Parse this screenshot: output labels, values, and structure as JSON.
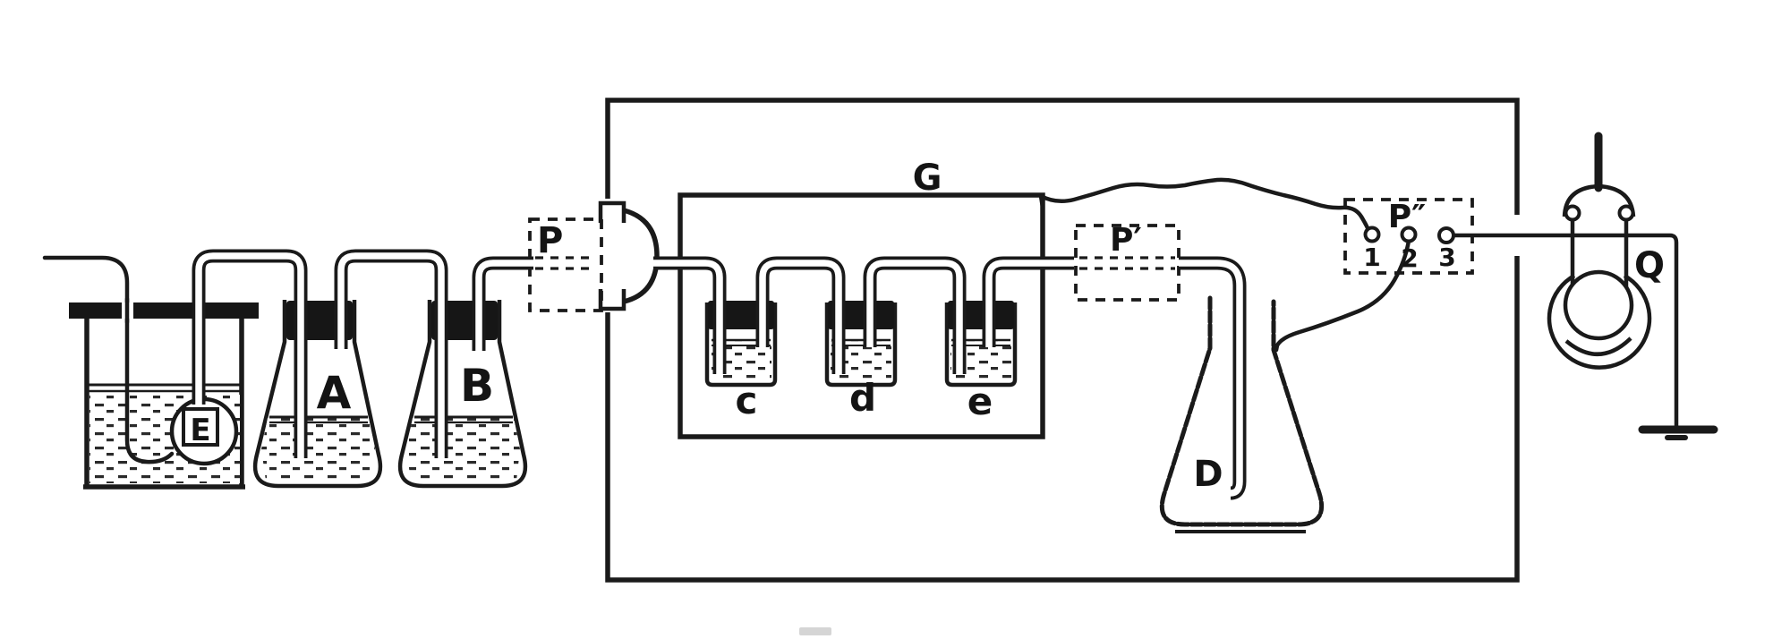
{
  "diagram": {
    "background": "#ffffff",
    "ink": "#1a1a1a",
    "labels": {
      "bath_bulb": "E",
      "flask_a": "A",
      "flask_b": "B",
      "seal_p": "P",
      "tube_box": "G",
      "bubbler_c": "c",
      "bubbler_d": "d",
      "bubbler_e": "e",
      "seal_p_prime": "P′",
      "terminal_panel": "P″",
      "terminal_1": "1",
      "terminal_2": "2",
      "terminal_3": "3",
      "flask_d": "D",
      "electroscope_q": "Q"
    }
  }
}
